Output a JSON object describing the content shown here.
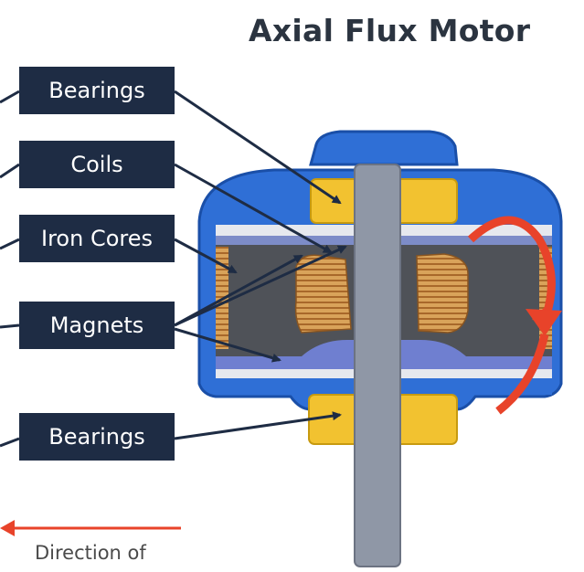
{
  "title": "Axial Flux Motor",
  "labels": {
    "bearings_top": "Bearings",
    "coils": "Coils",
    "iron_cores": "Iron Cores",
    "magnets": "Magnets",
    "bearings_bottom": "Bearings"
  },
  "direction_text": "Direction of",
  "colors": {
    "label_bg": "#1e2c44",
    "housing_blue": "#2f6fd6",
    "bearing_gold": "#f2c230",
    "copper": "#c98a3a",
    "rotation_arrow": "#e8432a",
    "shaft_gray": "#8f97a6"
  }
}
